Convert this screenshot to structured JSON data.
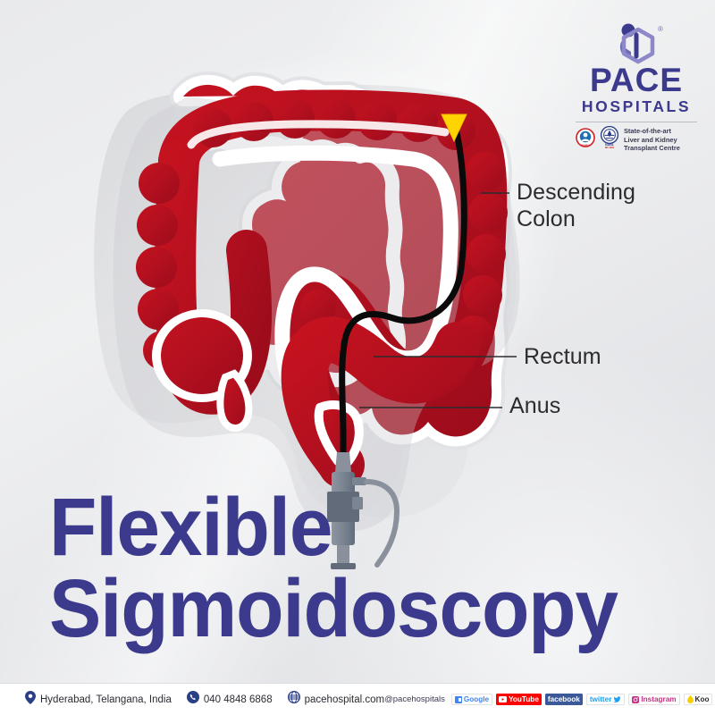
{
  "background": {
    "base_color": "#E6E7E9",
    "highlight_color": "#FFFFFF"
  },
  "title": {
    "line1": "Flexible",
    "line2": "Sigmoidoscopy",
    "color": "#3C3A8C"
  },
  "illustration": {
    "name": "colon-with-sigmoidoscope",
    "colon_color": "#B4101F",
    "colon_outline_color": "#FFFFFF",
    "colon_shadow_color": "#D2D3D6",
    "scope_line_color": "#000000",
    "scope_tip_color": "#FFD400",
    "scope_handle_color": "#7B8491",
    "scope_handle_dark": "#5C6573",
    "scope_cable_color": "#8A919C"
  },
  "labels": [
    {
      "id": "descending-colon",
      "text": "Descending\nColon",
      "color": "#2C2C2E"
    },
    {
      "id": "rectum",
      "text": "Rectum",
      "color": "#2C2C2E"
    },
    {
      "id": "anus",
      "text": "Anus",
      "color": "#2C2C2E"
    }
  ],
  "logo": {
    "wordmark": "PACE",
    "subword": "HOSPITALS",
    "registered_mark": "®",
    "brand_color": "#3C3A8C",
    "accreditation_tagline": "State-of-the-art\nLiver and Kidney\nTransplant Centre",
    "badges": [
      {
        "name": "nabh-badge",
        "label": "NABH"
      },
      {
        "name": "nabl-badge",
        "label": "NABL"
      }
    ]
  },
  "footer": {
    "location": "Hyderabad, Telangana, India",
    "location_icon": "location-pin-icon",
    "phone": "040 4848 6868",
    "phone_icon": "phone-icon",
    "website": "pacehospital.com",
    "website_icon": "globe-icon",
    "handle": "@pacehospitals",
    "social": [
      {
        "name": "google-badge",
        "label": "Google",
        "color": "#4285F4"
      },
      {
        "name": "youtube-badge",
        "label": "YouTube",
        "color": "#FF0000"
      },
      {
        "name": "facebook-badge",
        "label": "facebook",
        "color": "#3B5998"
      },
      {
        "name": "twitter-badge",
        "label": "twitter",
        "color": "#1DA1F2"
      },
      {
        "name": "instagram-badge",
        "label": "Instagram",
        "color": "#C13584"
      },
      {
        "name": "koo-badge",
        "label": "Koo",
        "color": "#2B2B33"
      }
    ]
  }
}
